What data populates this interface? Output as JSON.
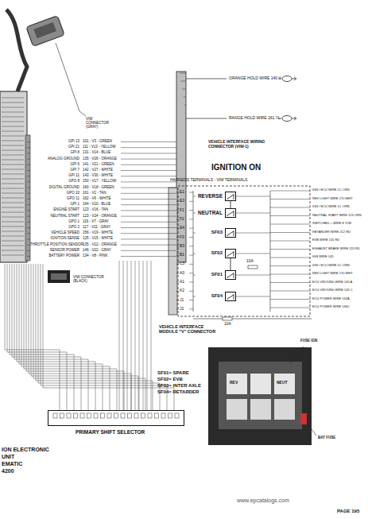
{
  "diagram": {
    "nodes": [
      {
        "text": [
          "REVERSE"
        ]
      },
      {
        "text": [
          "NEUTRAL"
        ]
      },
      {
        "text": [
          "SF03"
        ]
      },
      {
        "text": [
          "SF02"
        ]
      },
      {
        "text": [
          "SF01"
        ]
      },
      {
        "text": [
          "SF04"
        ]
      },
      {
        "text": [
          "PRIMARY SHIFT SELECTOR"
        ]
      }
    ],
    "edges": [
      {
        "from": 0,
        "to": 1,
        "arrow": "none"
      },
      {
        "from": 3,
        "to": 4,
        "arrow": "none"
      }
    ],
    "labels": [
      "VIW CONNECTOR (GRAY)",
      "ORANGE HOLD WIRE 140 V",
      "RANGE HOLD WIRE 161 YL",
      "VEHICLE INTERFACE WIRING CONNECTOR (VIW-1)",
      "IGNITION ON",
      "HARNESS TERMINALS - VIM TERMINALS",
      "GPI 13",
      "GPI 21",
      "GPI 8",
      "ANALOG GROUND",
      "GPI 6",
      "GPI 7",
      "GPI 11",
      "GPO 8",
      "DIGITAL GROUND",
      "GPO 10",
      "GPO 11",
      "GPI 1",
      "ENGINE START",
      "NEUTRAL START",
      "GPO 1",
      "GPO 2",
      "VEHICLE SPEED",
      "IGNITION SENSE",
      "THROTTLE POSITION SENSOR",
      "SENSOR POWER",
      "BATTERY POWER",
      "101 - V3 - GREEN",
      "111 - V13 - YELLOW",
      "131 - V14 - BLUE",
      "135 - V26 - ORANGE",
      "141 - V21 - GREEN",
      "142 - V27 - WHITE",
      "143 - V30 - WHITE",
      "150 - V17 - YELLOW",
      "160 - V18 - GREEN",
      "161 - V1 - TAN",
      "162 - V6 - WHITE",
      "164 - V10 - BLUE",
      "123 - V16 - TAN",
      "123 - V24 - ORANGE",
      "116 - V7 - GRAY",
      "117 - V11 - GRAY",
      "156 - V19 - WHITE",
      "125 - V15 - WHITE",
      "135 - V12 - ORANGE",
      "146 - V22 - GRAY",
      "134 - V8 - PINK",
      "E1",
      "E3",
      "F1",
      "F2",
      "E4",
      "F3",
      "B3",
      "B1",
      "C3",
      "A3",
      "A1",
      "K2",
      "J1",
      "J2",
      "IGN / ECU WIRE 1C ORN",
      "REV LIGHT WIRE 170 WHT",
      "IGN / ECU WIRE 1C ORN",
      "NEUTRAL START WIRE 123 ORN",
      "SWITCHED + WIRE 8 YLW",
      "RETARDER WIRE 212 RD",
      "EVB WIRE 131 RD",
      "EXHAUST BRAKE WIRE 213 RD",
      "IGN WIRE 145",
      "IGN / ECU WIRE 1C ORN",
      "REV LIGHT WIRE 170 WHT",
      "ECU GROUND WIRE 145 A",
      "ECU GROUND WIRE 145 C",
      "ECU POWER WIRE 132A",
      "ECU POWER WIRE 136C",
      "10A",
      "10A",
      "VEHICLE INTERFACE MODULE \"V\" CONNECTOR",
      "SF01= SPARE",
      "SF02= EVB",
      "SF03= INTER AXLE",
      "SF04= RETARDER",
      "FUSE IGN",
      "BAT FUSE",
      "REV",
      "NEUT",
      "VIW CONNECTOR (BLACK)",
      "ION ELECTRONIC",
      "UNIT",
      "EMATIC",
      "4200",
      "www.epcatalogs.com",
      "PAGE 195"
    ]
  }
}
